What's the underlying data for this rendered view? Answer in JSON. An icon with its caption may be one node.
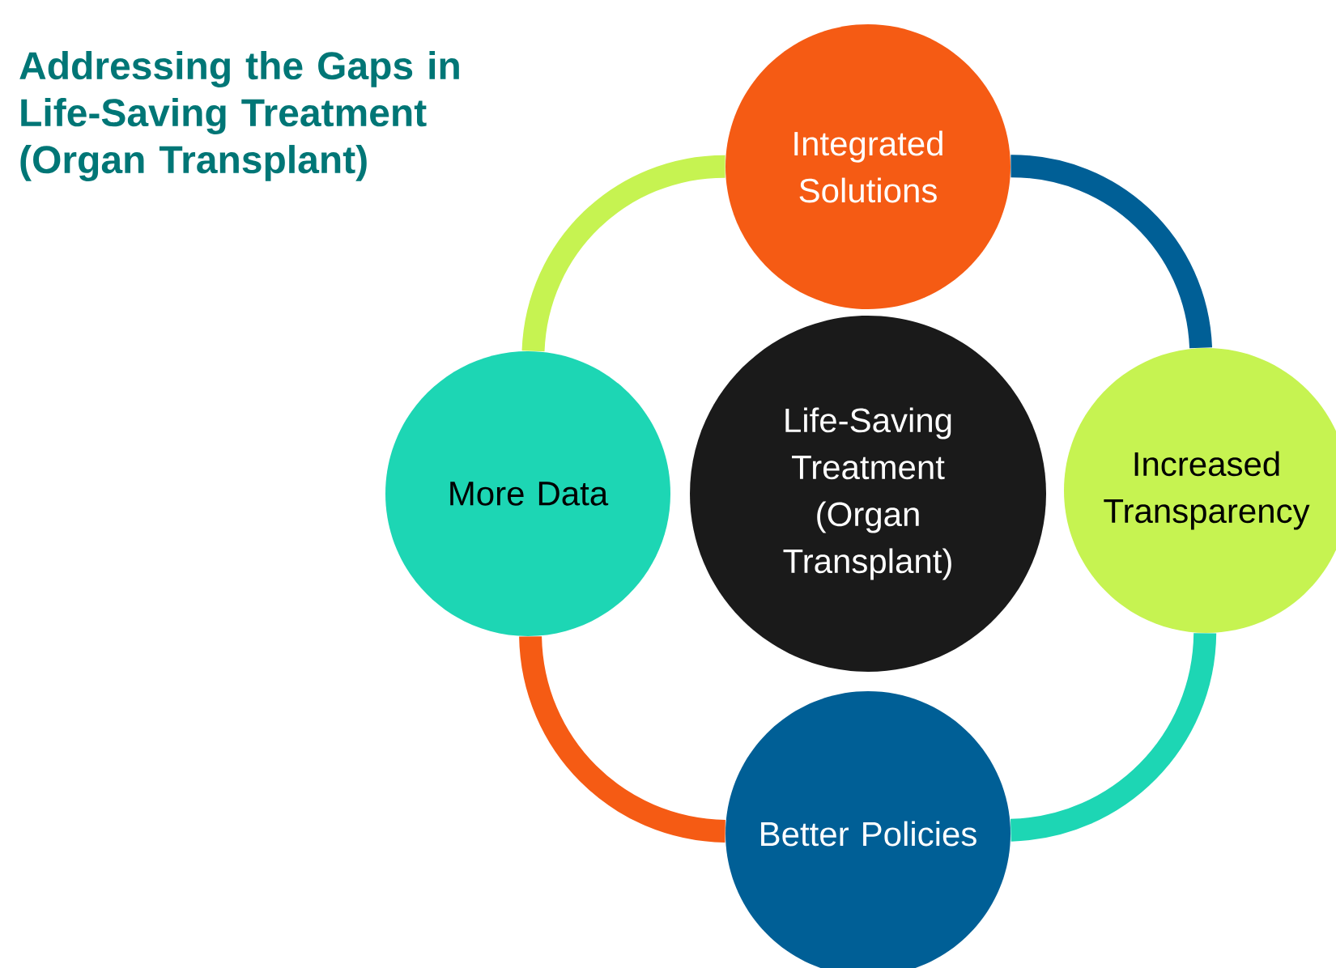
{
  "diagram": {
    "title": "Addressing the Gaps in Life-Saving Treatment (Organ Transplant)",
    "nodes": [
      {
        "text": [
          "Integrated Solutions"
        ]
      },
      {
        "text": [
          "More Data"
        ]
      },
      {
        "text": [
          "Life-Saving Treatment (Organ Transplant)"
        ]
      },
      {
        "text": [
          "Increased Transparency"
        ]
      },
      {
        "text": [
          "Better Policies"
        ]
      }
    ],
    "edges": [
      {
        "from": 0,
        "to": 3,
        "arrow": "none",
        "color": "#005f96"
      },
      {
        "from": 3,
        "to": 4,
        "arrow": "none",
        "color": "#1dd6b4"
      },
      {
        "from": 4,
        "to": 1,
        "arrow": "none",
        "color": "#f55b14"
      },
      {
        "from": 1,
        "to": 0,
        "arrow": "none",
        "color": "#c6f351"
      }
    ]
  }
}
